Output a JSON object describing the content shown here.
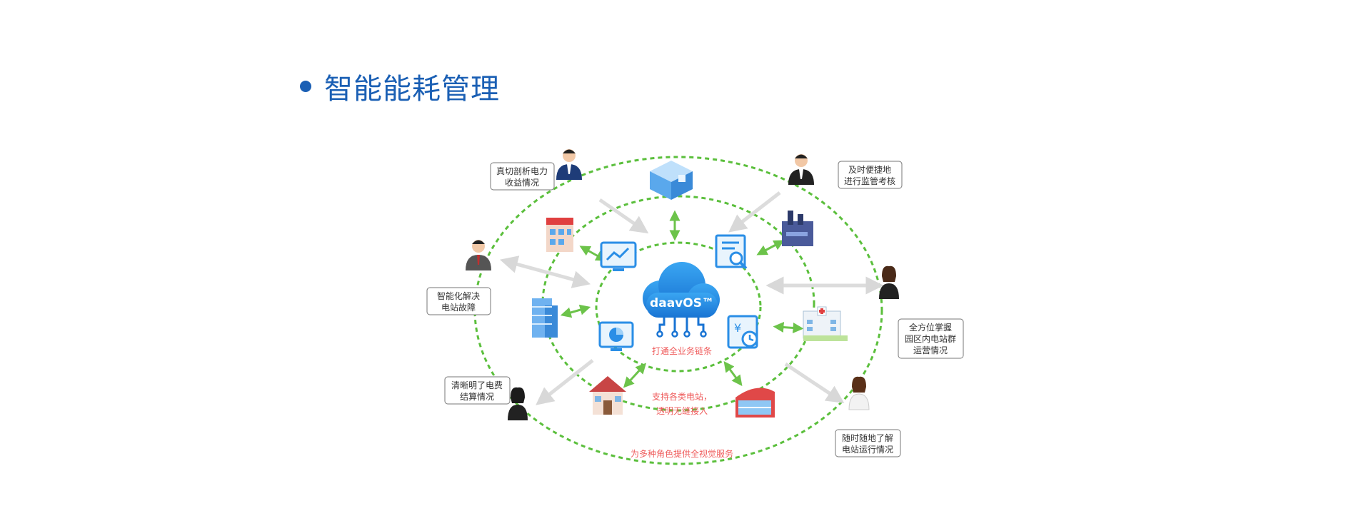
{
  "title": "智能能耗管理",
  "colors": {
    "title": "#1a5fb4",
    "ring": "#5bbf3c",
    "accent_blue": "#2a8ee6",
    "highlight": "#ef5b5b"
  },
  "center": {
    "logo_text": "daavOS™",
    "caption": "打通全业务链条"
  },
  "middle_caption": [
    "支持各类电站，",
    "透明无缝接入"
  ],
  "outer_caption": "为多种角色提供全视觉服务",
  "roles": [
    {
      "icon": "businessman-icon",
      "lines": [
        "真切剖析电力",
        "收益情况"
      ]
    },
    {
      "icon": "businessman-icon",
      "lines": [
        "及时便捷地",
        "进行监管考核"
      ]
    },
    {
      "icon": "businessman-icon",
      "lines": [
        "智能化解决",
        "电站故障"
      ]
    },
    {
      "icon": "businesswoman-icon",
      "lines": [
        "全方位掌握",
        "园区内电站群",
        "运营情况"
      ]
    },
    {
      "icon": "businesswoman-icon",
      "lines": [
        "清晰明了电费",
        "结算情况"
      ]
    },
    {
      "icon": "businesswoman-icon",
      "lines": [
        "随时随地了解",
        "电站运行情况"
      ]
    }
  ],
  "inner_icons": [
    "monitor-chart-icon",
    "document-search-icon",
    "monitor-pie-icon",
    "billing-clock-icon"
  ],
  "buildings": [
    "office-building-icon",
    "factory-icon",
    "hospital-icon",
    "commercial-building-icon",
    "house-icon",
    "apartment-icon",
    "tower-building-icon"
  ]
}
